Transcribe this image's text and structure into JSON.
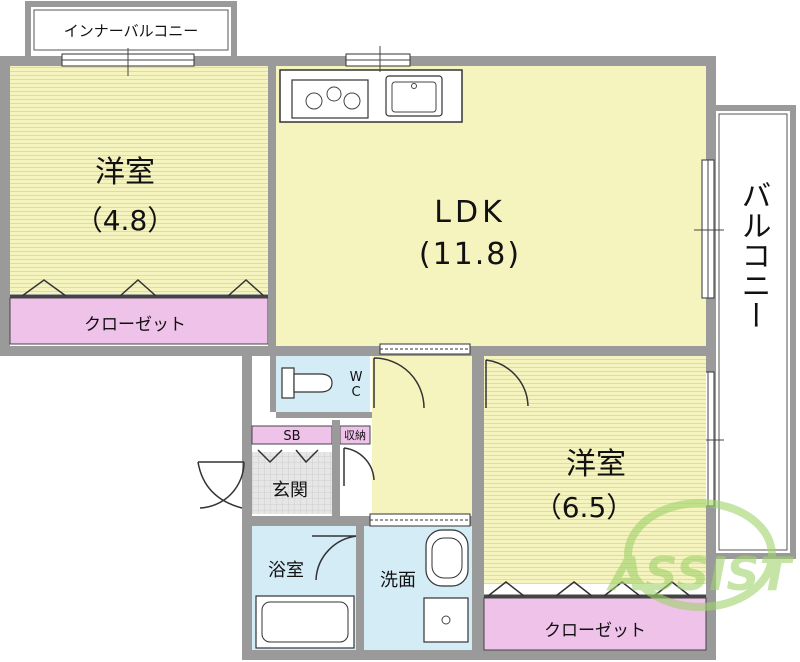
{
  "plan": {
    "inner_balcony": "インナーバルコニー",
    "balcony": "バルコニー",
    "bedroom_a": {
      "name": "洋室",
      "size": "（4.8）"
    },
    "bedroom_b": {
      "name": "洋室",
      "size": "（6.5）"
    },
    "ldk": {
      "name": "LDK",
      "size": "(11.8)"
    },
    "closet_a": "クローゼット",
    "closet_b": "クローゼット",
    "wc_line1": "W",
    "wc_line2": "C",
    "shoe_box": "SB",
    "storage": "収納",
    "entrance": "玄関",
    "bathroom": "浴室",
    "washroom": "洗面",
    "watermark": "ASSIST"
  },
  "colors": {
    "room_yellow": "#f5f3be",
    "closet_pink": "#efc2ea",
    "wet_blue": "#d4ecf6",
    "wall_gray": "#9a9a9a",
    "watermark_green": "#9fd36a"
  }
}
